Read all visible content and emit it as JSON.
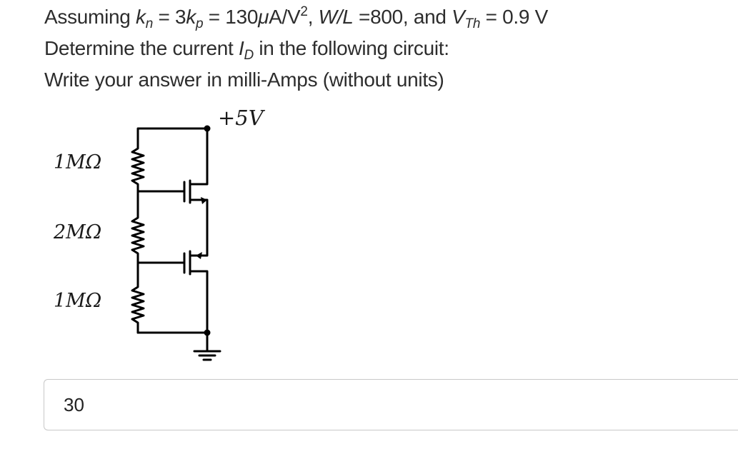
{
  "question": {
    "line1": {
      "part1": "Assuming ",
      "k": "k",
      "sub_n": "n",
      "eq1": " = 3",
      "k2": "k",
      "sub_p": "p",
      "eq2": " = 130",
      "mu": "μ",
      "units": "A/V",
      "sup_2": "2",
      "comma": ", ",
      "wl": "W/L",
      "eq3": " =800,  and ",
      "v": "V",
      "sub_th": "Th",
      "eq4": " = 0.9 V"
    },
    "line2": {
      "part1": "Determine the current ",
      "i": "I",
      "sub_d": "D",
      "part2": " in the following circuit:"
    },
    "line3": "Write your answer in milli-Amps (without units)"
  },
  "circuit": {
    "supply_label": "+5V",
    "r1_label": "1MΩ",
    "r2_label": "2MΩ",
    "r3_label": "1MΩ"
  },
  "answer": {
    "value": "30"
  }
}
